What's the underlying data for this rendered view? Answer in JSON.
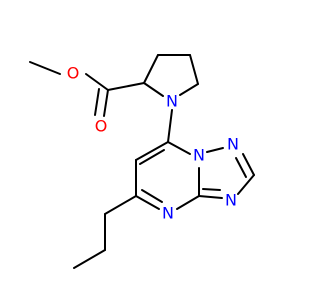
{
  "atoms": [
    {
      "id": "O_methoxy",
      "label": "O",
      "color": "#ff0000"
    },
    {
      "id": "O_carbonyl",
      "label": "O",
      "color": "#ff0000"
    },
    {
      "id": "N_pyrrolidine",
      "label": "N",
      "color": "#0000ff"
    },
    {
      "id": "N_bridge",
      "label": "N",
      "color": "#0000ff"
    },
    {
      "id": "N_triazole_top",
      "label": "N",
      "color": "#0000ff"
    },
    {
      "id": "N_triazole_right",
      "label": "N",
      "color": "#0000ff"
    },
    {
      "id": "N_pyrimidine",
      "label": "N",
      "color": "#0000ff"
    }
  ],
  "colors": {
    "bond": "#000000",
    "oxygen": "#ff0000",
    "nitrogen": "#0000ff",
    "background": "#ffffff"
  }
}
